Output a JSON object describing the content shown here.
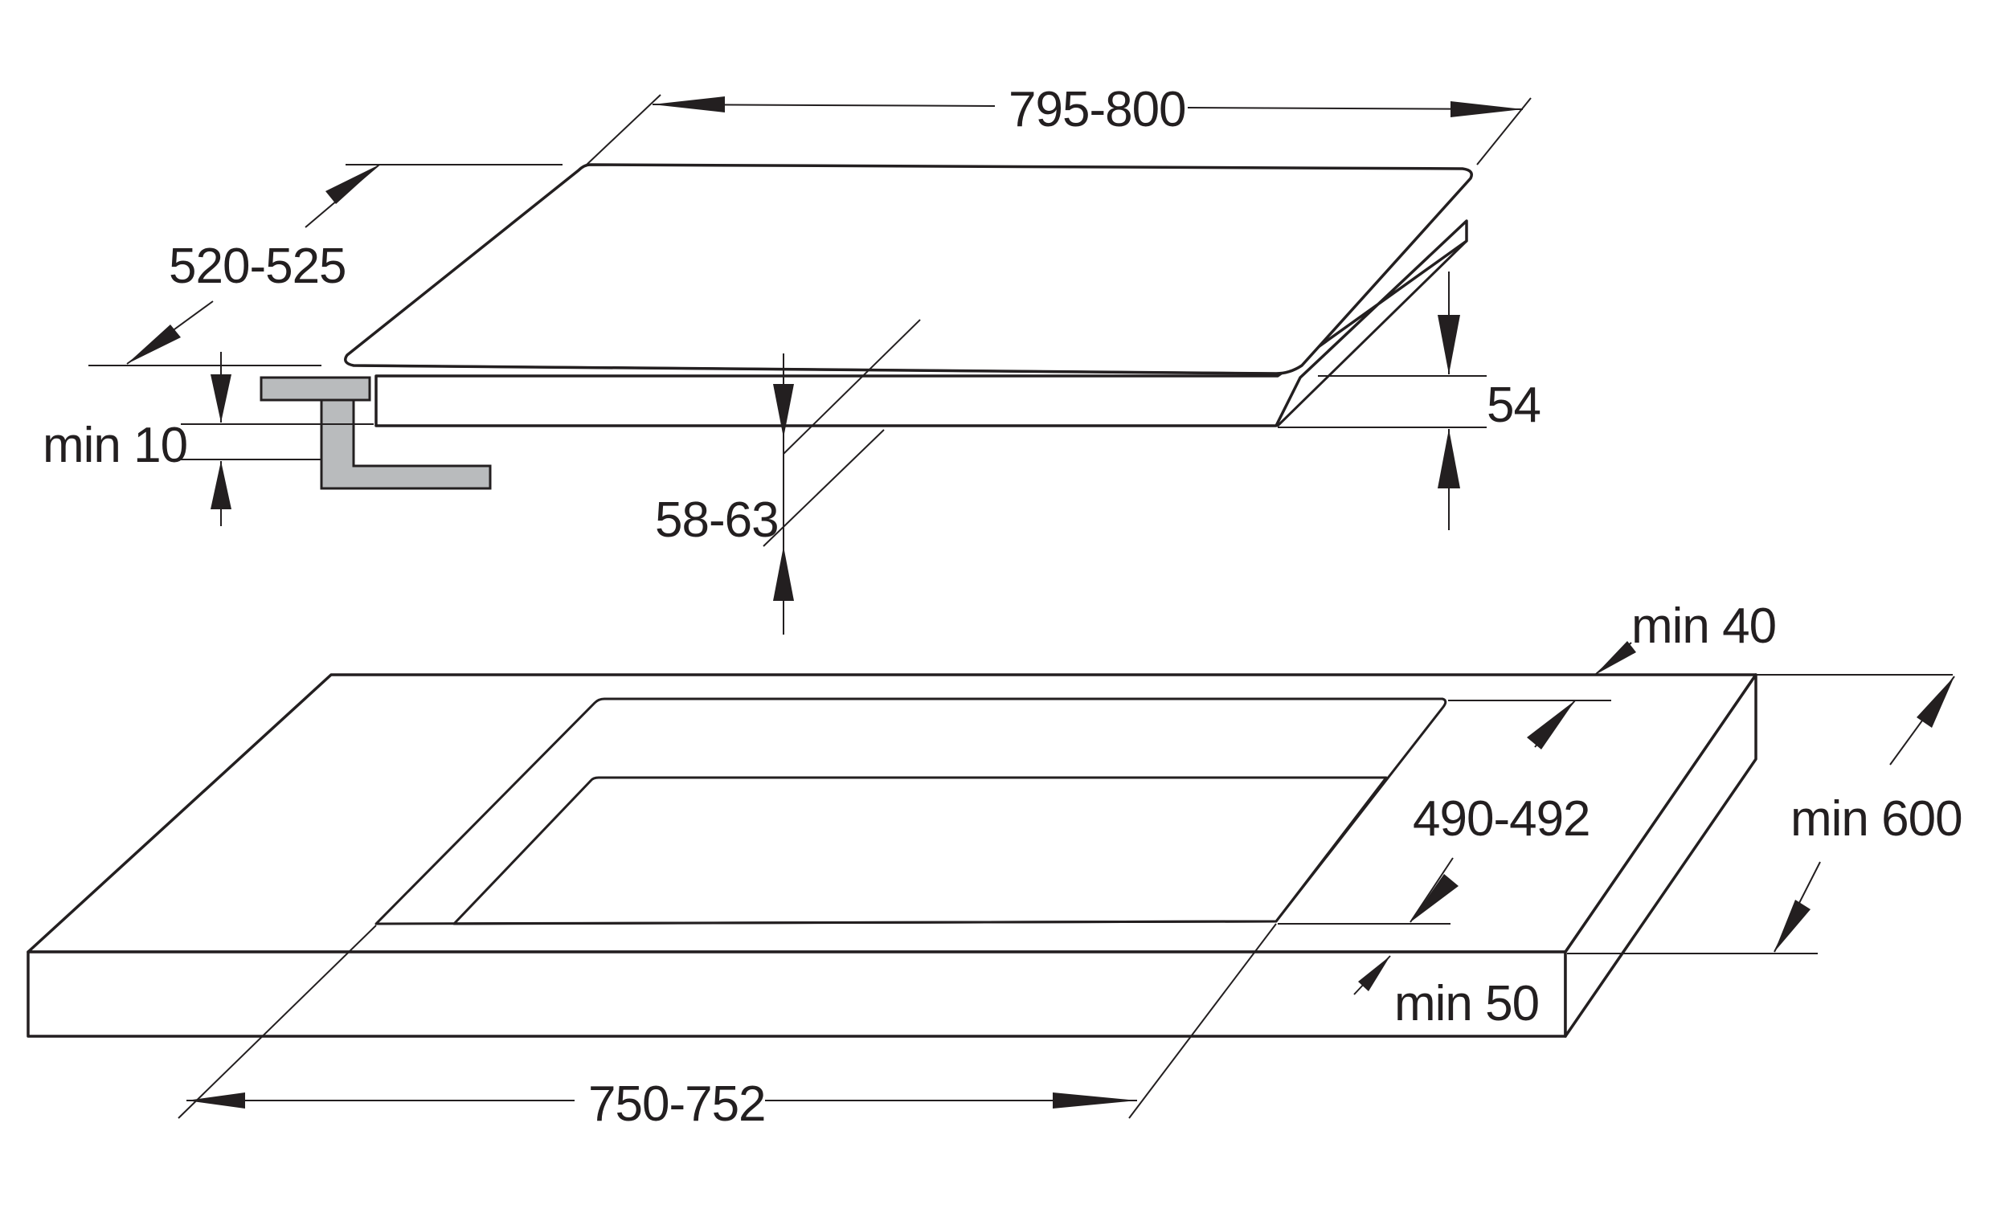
{
  "dimensions": {
    "hob_width": "795-800",
    "hob_depth": "520-525",
    "hob_height": "54",
    "clearance_above_support": "min 10",
    "total_installation_depth": "58-63",
    "front_clearance": "min 40",
    "cutout_depth": "490-492",
    "worktop_depth": "min 600",
    "rear_clearance": "min 50",
    "cutout_width": "750-752"
  },
  "colors": {
    "line": "#231f20",
    "support_bracket": "#b9bbbd"
  }
}
